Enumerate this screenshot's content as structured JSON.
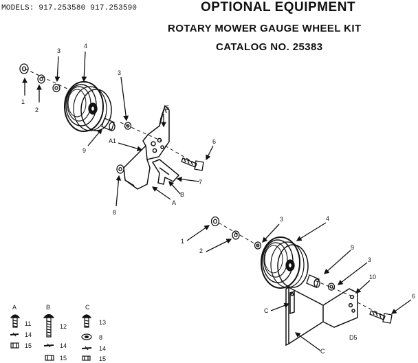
{
  "header": {
    "models": "MODELS: 917.253580 917.253590",
    "title": "OPTIONAL EQUIPMENT",
    "subtitle": "ROTARY MOWER GAUGE WHEEL KIT",
    "catalog": "CATALOG NO. 25383"
  },
  "callouts": {
    "left_1": "1",
    "left_2": "2",
    "left_3a": "3",
    "left_4": "4",
    "left_3b": "3",
    "left_5": "5",
    "left_6": "6",
    "left_9": "9",
    "left_a1": "A1",
    "left_7": "7",
    "left_b": "B",
    "left_a": "A",
    "left_8": "8",
    "right_1": "1",
    "right_2": "2",
    "right_3a": "3",
    "right_4": "4",
    "right_9": "9",
    "right_3b": "3",
    "right_10": "10",
    "right_6": "6",
    "right_c1": "C",
    "right_c2": "C",
    "right_d5": "D5"
  },
  "legend": {
    "groups": [
      {
        "letter": "A",
        "items": [
          "11",
          "14",
          "15"
        ]
      },
      {
        "letter": "B",
        "items": [
          "12",
          "14",
          "15"
        ]
      },
      {
        "letter": "C",
        "items": [
          "13",
          "8",
          "14",
          "15"
        ]
      }
    ]
  }
}
